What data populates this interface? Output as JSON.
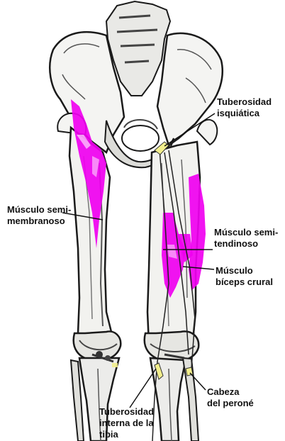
{
  "labels": {
    "tuberosidad_isquiatica": [
      "Tuberosidad",
      "isquiática"
    ],
    "semimembranoso": [
      "Músculo semi-",
      "membranoso"
    ],
    "semitendinoso": [
      "Músculo semi-",
      "tendinoso"
    ],
    "biceps": [
      "Músculo",
      "bíceps crural"
    ],
    "cabeza_perone": [
      "Cabeza",
      "del peroné"
    ],
    "tuberosidad_tibia": [
      "Tuberosidad",
      "interna de la",
      "tibia"
    ]
  },
  "colors": {
    "muscle": "#f000f0",
    "bone_fill": "#f4f4f2",
    "bone_line": "#1a1a1a",
    "shade": "#6e6e6e",
    "tendon_highlight": "#f2ee8c"
  }
}
